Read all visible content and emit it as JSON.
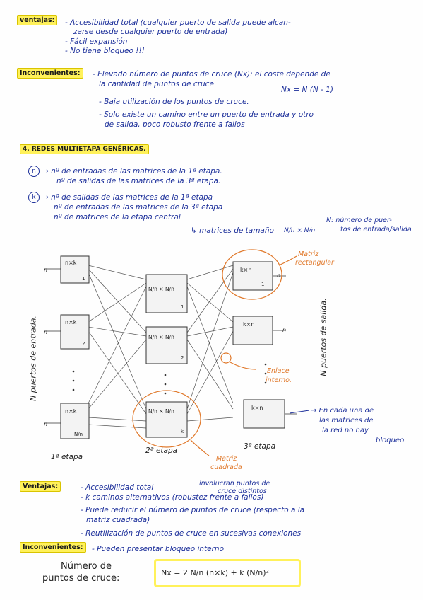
{
  "section1": {
    "ventajas_tag": "ventajas:",
    "ventajas": [
      "- Accesibilidad total (cualquier puerto de salida puede alcan-",
      "zarse desde cualquier puerto de entrada)",
      "- Fácil expansión",
      "- No tiene bloqueo !!!"
    ],
    "inconvenientes_tag": "Inconvenientes:",
    "inconvenientes": [
      "- Elevado número de puntos de cruce (Nx): el coste depende de",
      "la cantidad de puntos de cruce",
      "Nx = N (N - 1)",
      "- Baja utilización de los puntos de cruce.",
      "- Solo existe un camino entre un puerto de entrada y otro",
      "de salida, poco robusto frente a fallos"
    ]
  },
  "section4": {
    "title": "4. REDES MULTIETAPA GENÉRICAS.",
    "n_symbol": "n",
    "n_def": [
      "→ nº de entradas de las matrices de la 1ª etapa.",
      "nº de salidas de las matrices de la 3ª etapa."
    ],
    "k_symbol": "k",
    "k_def": [
      "→ nº de salidas de las matrices de la 1ª etapa",
      "nº de entradas de las matrices de la 3ª etapa",
      "nº de matrices de la etapa central"
    ],
    "k_sub": "↳ matrices de tamaño",
    "frac_size": "N/n × N/n",
    "n_note": "N: número de puer-",
    "n_note2": "tos de entrada/salida"
  },
  "diagram": {
    "left_label": "N puertos de entrada.",
    "right_label": "N puertos de salida.",
    "stage1_boxes": [
      "n×k",
      "n×k",
      "n×k"
    ],
    "stage1_idx": [
      "1",
      "2",
      "N/n"
    ],
    "stage2_boxes": [
      "N/n × N/n",
      "N/n × N/n",
      "N/n × N/n"
    ],
    "stage2_idx": [
      "1",
      "2",
      "k"
    ],
    "stage3_boxes": [
      "k×n",
      "k×n",
      "k×n"
    ],
    "stage3_idx": [
      "1",
      "",
      ""
    ],
    "port_n": "n",
    "stage1_label": "1ª etapa",
    "stage2_label": "2ª etapa",
    "stage3_label": "3ª etapa",
    "note_rect": [
      "Matriz",
      "rectangular"
    ],
    "note_link": [
      "Enlace",
      "interno."
    ],
    "note_block": [
      "→ En cada una de",
      "las matrices de",
      "la red no hay",
      "bloqueo"
    ],
    "note_square": [
      "Matriz",
      "cuadrada"
    ]
  },
  "section5": {
    "ventajas_tag": "Ventajas:",
    "ventajas": [
      "- Accesibilidad total",
      "- k caminos alternativos (robustez frente a fallos)",
      "- Puede reducir el número de puntos de cruce (respecto a la",
      "matriz cuadrada)",
      "- Reutilización de puntos de cruce en sucesivas conexiones"
    ],
    "aside": [
      "involucran puntos de",
      "cruce distintos"
    ],
    "inconvenientes_tag": "Inconvenientes:",
    "inconvenientes": "- Pueden presentar bloqueo interno",
    "formula_label": [
      "Número de",
      "puntos de cruce:"
    ],
    "formula": "Nx = 2 N/n (n×k) + k (N/n)²"
  },
  "colors": {
    "ink_blue": "#1c2f9a",
    "highlight": "#fff15a",
    "orange": "#e0782a"
  }
}
